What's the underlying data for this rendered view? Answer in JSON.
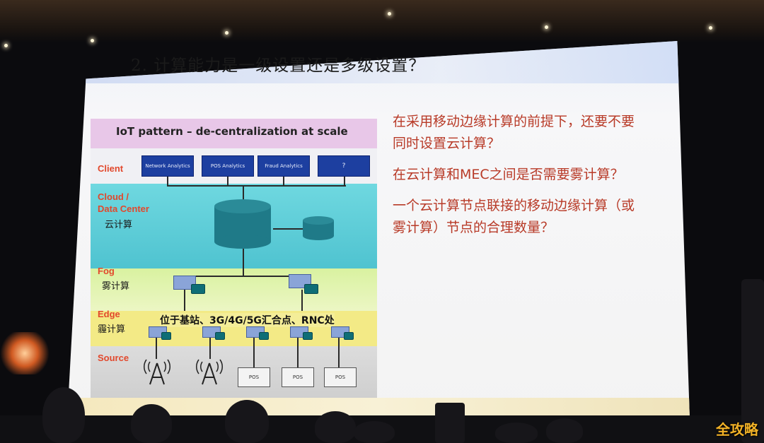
{
  "slide": {
    "title": "2.  计算能力是一级设置还是多级设置？",
    "diagram": {
      "header": "IoT pattern – de-centralization at scale",
      "layers": {
        "client": "Client",
        "cloud_line1": "Cloud /",
        "cloud_line2": "Data Center",
        "cloud_cn": "云计算",
        "fog": "Fog",
        "fog_cn": "雾计算",
        "edge": "Edge",
        "edge_cn": "霾计算",
        "source": "Source"
      },
      "client_boxes": [
        "Network Analytics",
        "POS Analytics",
        "Fraud Analytics",
        "?"
      ],
      "edge_annotation": "位于基站、3G/4G/5G汇合点、RNC处",
      "pos_labels": [
        "POS",
        "POS",
        "POS"
      ]
    },
    "questions": [
      "在采用移动边缘计算的前提下，还要不要同时设置云计算？",
      "在云计算和MEC之间是否需要雾计算？",
      "一个云计算节点联接的移动边缘计算（或雾计算）节点的合理数量？"
    ]
  },
  "watermark": "全攻略",
  "colors": {
    "question_text": "#b83a27",
    "layer_label": "#e2482c",
    "client_box": "#1d3fa0",
    "cloud_band": "#4fc3d0",
    "fog_band": "#d9f2a0",
    "edge_band": "#f3ea86",
    "watermark": "#f2b227"
  }
}
